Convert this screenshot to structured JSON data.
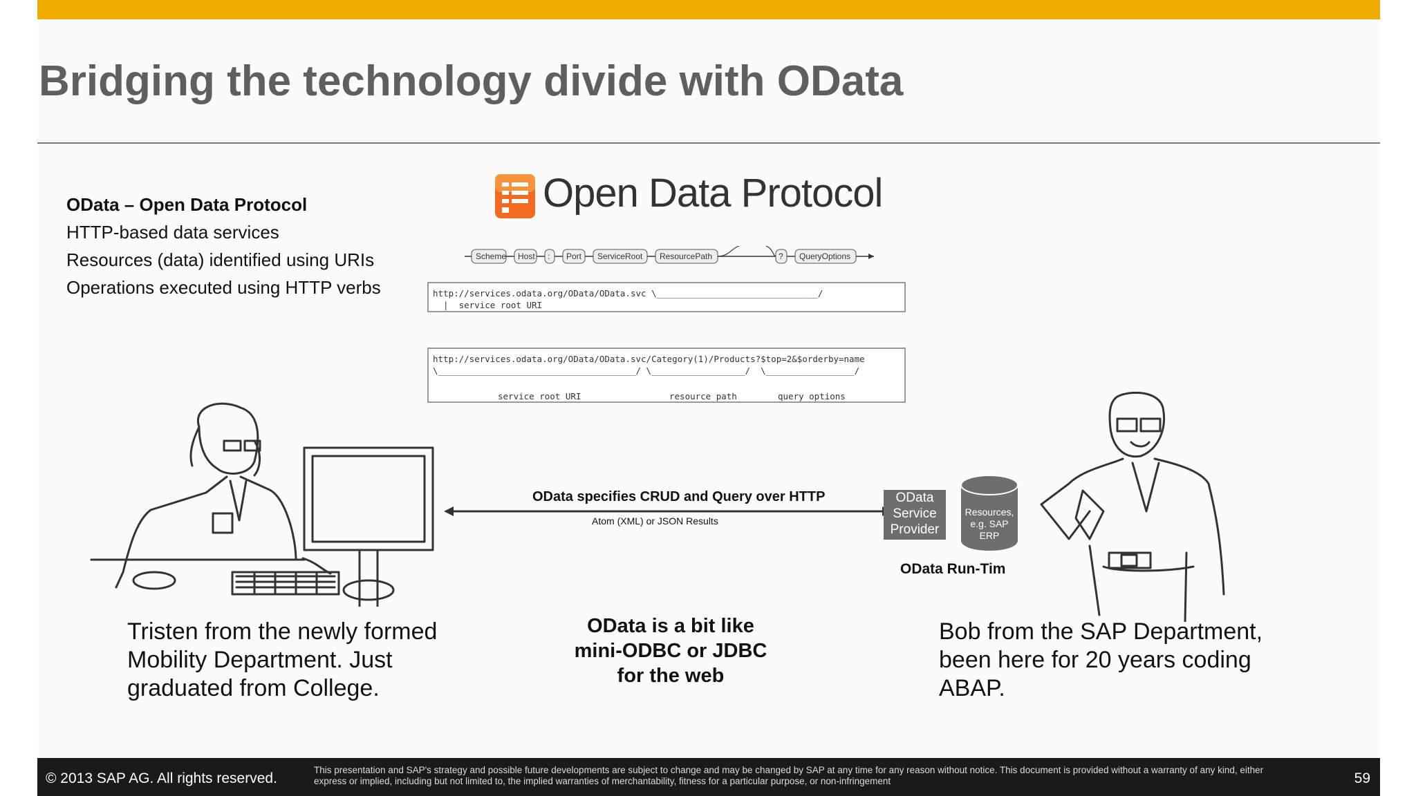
{
  "slide": {
    "title": "Bridging the technology divide with OData",
    "accent_color": "#f0ab00"
  },
  "bullets": {
    "heading": "OData – Open Data Protocol",
    "items": [
      "HTTP-based data services",
      "Resources (data) identified using URIs",
      "Operations executed using HTTP verbs"
    ]
  },
  "logo": {
    "text": "Open Data Protocol",
    "icon": "odata-logo-icon",
    "color": "#f26b21"
  },
  "syntax_diagram": {
    "parts": [
      "Scheme",
      "Host",
      ":",
      "Port",
      "ServiceRoot",
      "ResourcePath",
      "?",
      "QueryOptions"
    ]
  },
  "uri_example_1": {
    "line1": "http://services.odata.org/OData/OData.svc \\_______________________________/",
    "line2": "  |  service root URI"
  },
  "uri_example_2": {
    "line1": "http://services.odata.org/OData/OData.svc/Category(1)/Products?$top=2&$orderby=name",
    "line2": "\\______________________________________/ \\__________________/  \\_________________/",
    "label_root": "service root URI",
    "label_path": "resource path",
    "label_query": "query options"
  },
  "diagram": {
    "crud_label": "OData specifies CRUD and Query over HTTP",
    "results_label": "Atom (XML) or JSON Results",
    "provider_label": "OData Service Provider",
    "resources_label": "Resources, e.g. SAP ERP",
    "runtime_label": "OData Run-Tim"
  },
  "captions": {
    "left": "Tristen from the newly formed Mobility Department. Just graduated from College.",
    "middle": "OData is a bit like mini-ODBC or JDBC for the web",
    "right": "Bob from the SAP Department, been here for 20 years coding ABAP."
  },
  "footer": {
    "copyright": "© 2013 SAP AG. All rights reserved.",
    "disclaimer": "This presentation and SAP's strategy and possible future developments are subject to change and may be changed by SAP at any time for any reason without notice. This document is provided without a warranty of any kind, either express or implied, including but not limited to, the implied warranties of merchantability, fitness for a particular purpose, or non-infringement",
    "page_number": "59"
  }
}
